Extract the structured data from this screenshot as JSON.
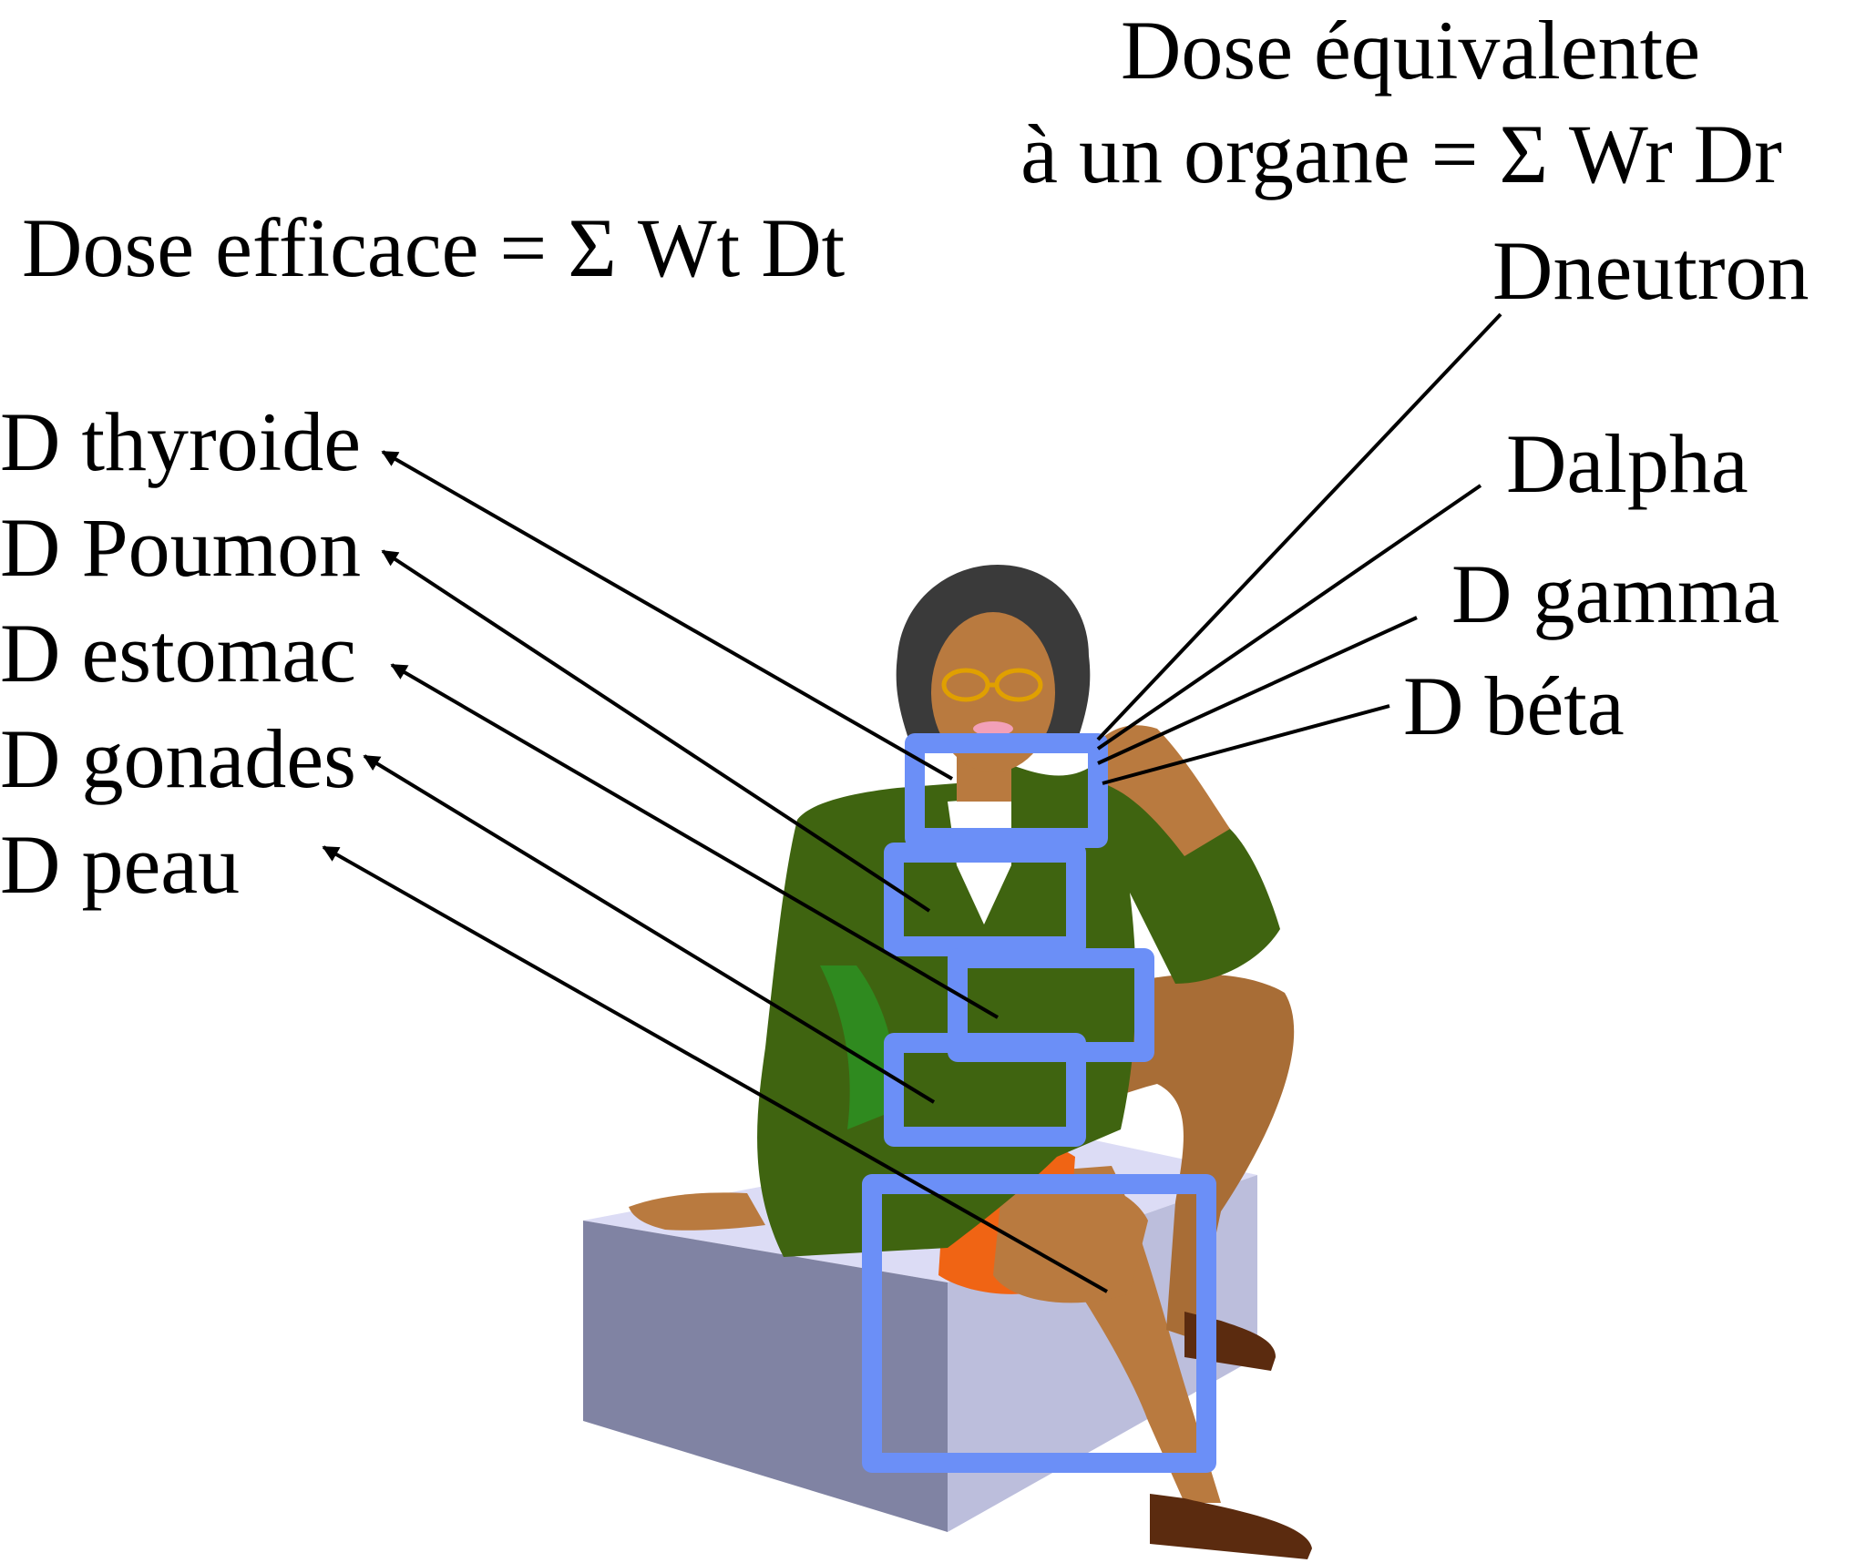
{
  "headings": {
    "equivalent_line1": "Dose équivalente",
    "equivalent_line2": "à un  organe = Σ Wr Dr",
    "effective": "Dose efficace = Σ Wt Dt"
  },
  "organ_doses": [
    "D thyroide",
    "D Poumon",
    "D estomac",
    "D gonades",
    "D peau"
  ],
  "radiation_doses": [
    "Dneutron",
    "Dalpha",
    "D gamma",
    "D béta"
  ],
  "colors": {
    "organ_box": "#6b8ff7",
    "jacket": "#3f6410",
    "skin": "#b97a3f",
    "skirt": "#f06414",
    "hair": "#3a3a3a",
    "cube_top": "#dcdcf5",
    "cube_front": "#bcbedc",
    "cube_left": "#8083a3"
  }
}
